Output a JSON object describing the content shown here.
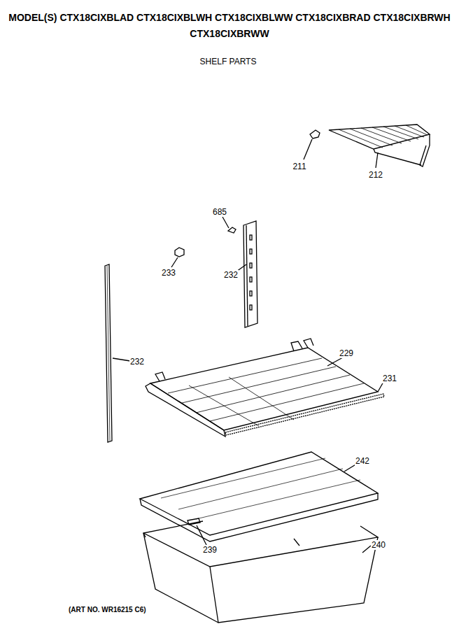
{
  "diagram": {
    "title": "MODEL(S) CTX18CIXBLAD CTX18CIXBLWH CTX18CIXBLWW CTX18CIXBRAD CTX18CIXBRWH CTX18CIXBRWW",
    "caption": "(ART NO. WR16215 C6)",
    "labels": [
      "SHELF PARTS",
      "211",
      "212",
      "685",
      "233",
      "232",
      "232",
      "229",
      "231",
      "242",
      "240",
      "239"
    ]
  }
}
